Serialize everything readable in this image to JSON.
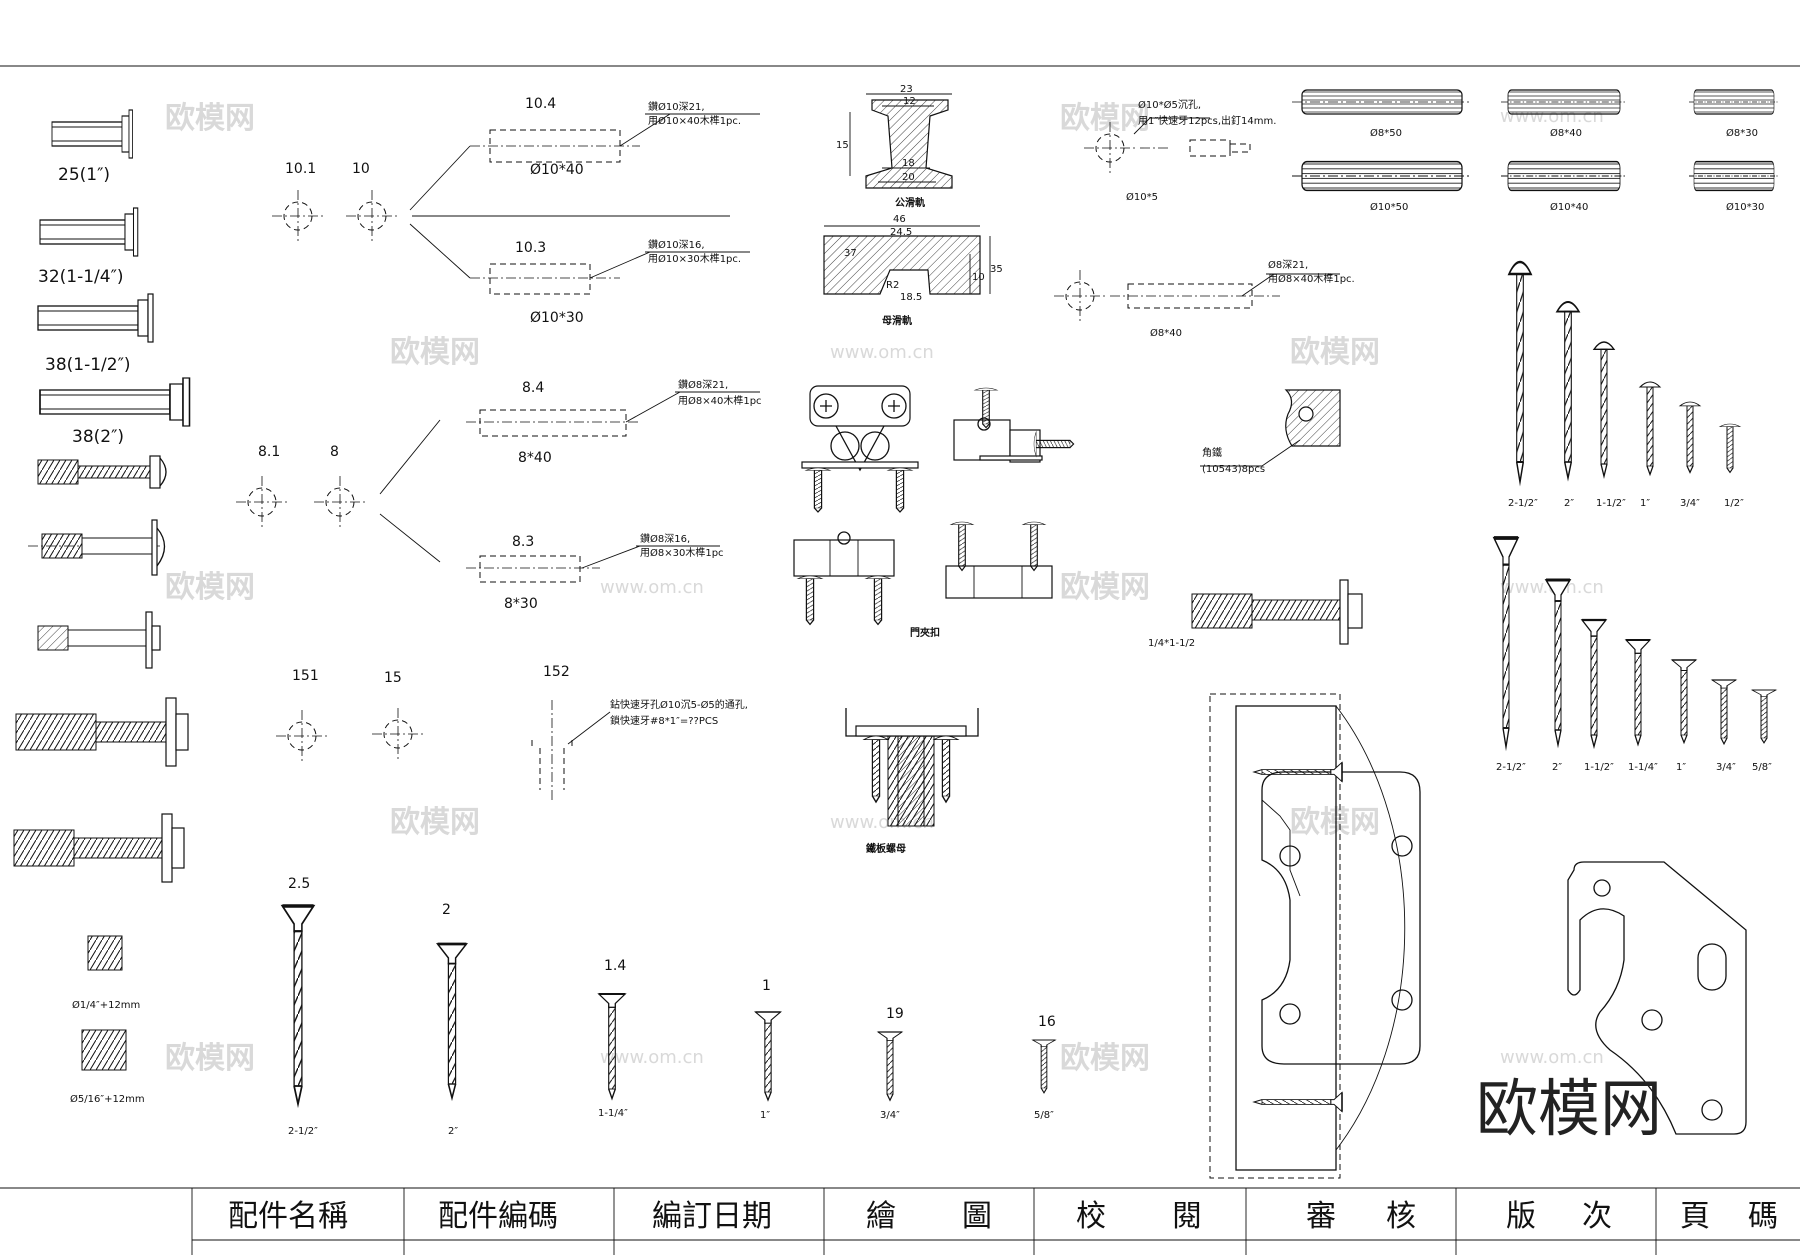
{
  "watermark": {
    "brand": "欧模网",
    "url": "www.om.cn"
  },
  "bolts": [
    "25(1″)",
    "32(1-1/4″)",
    "38(1-1/2″)",
    "38(2″)"
  ],
  "inserts": [
    "Ø1/4″+12mm",
    "Ø5/16″+12mm"
  ],
  "holes": {
    "h101": "10.1",
    "h10": "10",
    "h104": "10.4",
    "h103": "10.3",
    "d1040": "Ø10*40",
    "d1030": "Ø10*30",
    "n104a": "鑽Ø10深21,",
    "n104b": "用Ø10×40木榫1pc.",
    "n103a": "鑽Ø10深16,",
    "n103b": "用Ø10×30木榫1pc.",
    "h81": "8.1",
    "h8": "8",
    "h84": "8.4",
    "h83": "8.3",
    "d840": "8*40",
    "d830": "8*30",
    "n84a": "鑽Ø8深21,",
    "n84b": "用Ø8×40木榫1pc",
    "n83a": "鑽Ø8深16,",
    "n83b": "用Ø8×30木榫1pc",
    "h151": "151",
    "h15": "15",
    "h152": "152",
    "n152a": "鉆快速牙孔Ø10沉5-Ø5的通孔,",
    "n152b": "鎖快速牙#8*1″=??PCS"
  },
  "screws_bottom": {
    "nums": [
      "2.5",
      "2",
      "1.4",
      "1",
      "19",
      "16"
    ],
    "sizes": [
      "2-1/2″",
      "2″",
      "1-1/4″",
      "1″",
      "3/4″",
      "5/8″"
    ]
  },
  "rails": {
    "male": "公滑軌",
    "female": "母滑軌",
    "dims": [
      "23",
      "12",
      "15",
      "18",
      "20",
      "46",
      "24.5",
      "10",
      "35",
      "R2",
      "18.5",
      "37"
    ]
  },
  "fittings": {
    "door_catch": "門夾扣",
    "tee_nut": "鐵板螺母"
  },
  "right_notes": {
    "a1": "Ø10*Ø5沉孔,",
    "a2": "用1″快速牙12pcs,出釘14mm.",
    "a3": "Ø10*5",
    "b1": "Ø8深21,",
    "b2": "用Ø8×40木榫1pc.",
    "b3": "Ø8*40",
    "corner1": "角鐵",
    "corner2": "(10543)8pcs",
    "bolt": "1/4*1-1/2"
  },
  "dowels": [
    "Ø8*50",
    "Ø8*40",
    "Ø8*30",
    "Ø10*50",
    "Ø10*40",
    "Ø10*30"
  ],
  "screws_round": [
    "2-1/2″",
    "2″",
    "1-1/2″",
    "1″",
    "3/4″",
    "1/2″"
  ],
  "screws_flat": [
    "2-1/2″",
    "2″",
    "1-1/2″",
    "1-1/4″",
    "1″",
    "3/4″",
    "5/8″"
  ],
  "title_block": [
    "配件名稱",
    "配件編碼",
    "編訂日期",
    "繪　圖",
    "校　閱",
    "審　核",
    "版　次",
    "頁　碼"
  ]
}
